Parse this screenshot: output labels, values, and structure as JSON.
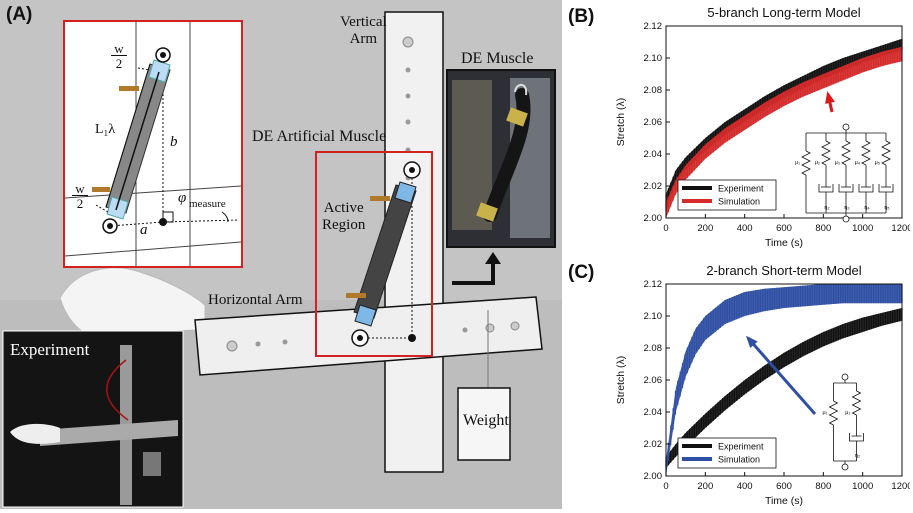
{
  "panel_a": {
    "letter": "(A)",
    "vertical_arm": "Vertical\nArm",
    "de_muscle": "DE Muscle",
    "de_artificial_muscle": "DE Artificial Muscle",
    "active_region": "Active\nRegion",
    "horizontal_arm": "Horizontal Arm",
    "weight": "Weight",
    "experiment": "Experiment",
    "inset": {
      "w_num": "w",
      "w_den": "2",
      "length": "L₁λ",
      "b": "b",
      "a": "a",
      "phi": "φ",
      "phi_sub": "measure"
    }
  },
  "chart_data": [
    {
      "panel_letter": "(B)",
      "type": "line",
      "title": "5-branch Long-term Model",
      "xlabel": "Time (s)",
      "ylabel": "Stretch (λ)",
      "xlim": [
        0,
        1200
      ],
      "ylim": [
        2.0,
        2.12
      ],
      "xticks": [
        0,
        200,
        400,
        600,
        800,
        1000,
        1200
      ],
      "yticks": [
        2.0,
        2.02,
        2.04,
        2.06,
        2.08,
        2.1,
        2.12
      ],
      "legend": "bottom-left",
      "series": [
        {
          "name": "Experiment",
          "color": "#111111",
          "x": [
            0,
            50,
            100,
            200,
            300,
            400,
            500,
            600,
            700,
            800,
            900,
            1000,
            1100,
            1200
          ],
          "y_low": [
            2.005,
            2.022,
            2.03,
            2.042,
            2.052,
            2.06,
            2.068,
            2.075,
            2.081,
            2.087,
            2.092,
            2.097,
            2.101,
            2.105
          ],
          "y_high": [
            2.015,
            2.03,
            2.038,
            2.05,
            2.06,
            2.068,
            2.076,
            2.083,
            2.089,
            2.095,
            2.1,
            2.104,
            2.108,
            2.112
          ]
        },
        {
          "name": "Simulation",
          "color": "#d42a2a",
          "x": [
            0,
            50,
            100,
            200,
            300,
            400,
            500,
            600,
            700,
            800,
            900,
            1000,
            1100,
            1200
          ],
          "y_low": [
            2.0,
            2.015,
            2.024,
            2.037,
            2.047,
            2.055,
            2.063,
            2.07,
            2.076,
            2.081,
            2.086,
            2.091,
            2.095,
            2.098
          ],
          "y_high": [
            2.01,
            2.024,
            2.033,
            2.046,
            2.056,
            2.064,
            2.072,
            2.079,
            2.085,
            2.09,
            2.095,
            2.1,
            2.104,
            2.107
          ]
        }
      ],
      "annotation_arrow_color": "#e01818",
      "circuit": {
        "springs": [
          "μ₁",
          "μ₂",
          "μ₃",
          "μ₄",
          "μ₅"
        ],
        "dashpots": [
          "η₂",
          "η₃",
          "η₄",
          "η₅"
        ]
      }
    },
    {
      "panel_letter": "(C)",
      "type": "line",
      "title": "2-branch Short-term Model",
      "xlabel": "Time (s)",
      "ylabel": "Stretch (λ)",
      "xlim": [
        0,
        1200
      ],
      "ylim": [
        2.0,
        2.12
      ],
      "xticks": [
        0,
        200,
        400,
        600,
        800,
        1000,
        1200
      ],
      "yticks": [
        2.0,
        2.02,
        2.04,
        2.06,
        2.08,
        2.1,
        2.12
      ],
      "legend": "bottom-left",
      "series": [
        {
          "name": "Experiment",
          "color": "#111111",
          "x": [
            0,
            50,
            100,
            200,
            300,
            400,
            500,
            600,
            700,
            800,
            900,
            1000,
            1100,
            1200
          ],
          "y_low": [
            2.005,
            2.012,
            2.018,
            2.03,
            2.041,
            2.051,
            2.06,
            2.068,
            2.075,
            2.081,
            2.086,
            2.09,
            2.094,
            2.097
          ],
          "y_high": [
            2.012,
            2.02,
            2.027,
            2.039,
            2.05,
            2.06,
            2.069,
            2.077,
            2.084,
            2.09,
            2.095,
            2.099,
            2.102,
            2.105
          ]
        },
        {
          "name": "Simulation",
          "color": "#2f4fa3",
          "x": [
            0,
            50,
            100,
            150,
            200,
            300,
            400,
            500,
            600,
            700,
            800,
            900,
            1000,
            1100,
            1200
          ],
          "y_low": [
            2.0,
            2.04,
            2.062,
            2.076,
            2.085,
            2.095,
            2.1,
            2.103,
            2.105,
            2.106,
            2.107,
            2.108,
            2.108,
            2.108,
            2.108
          ],
          "y_high": [
            2.01,
            2.055,
            2.078,
            2.092,
            2.1,
            2.11,
            2.115,
            2.117,
            2.118,
            2.119,
            2.12,
            2.12,
            2.12,
            2.12,
            2.12
          ]
        }
      ],
      "annotation_arrow_color": "#2f4fa3",
      "circuit": {
        "springs": [
          "μ₁",
          "μ₂"
        ],
        "dashpots": [
          "η₂"
        ]
      }
    }
  ]
}
